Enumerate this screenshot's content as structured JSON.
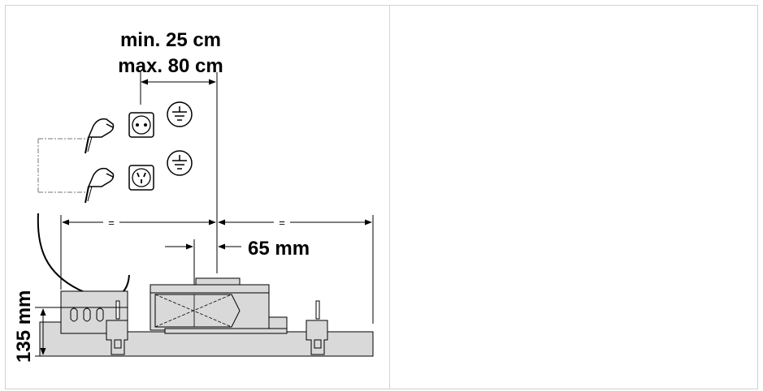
{
  "diagram": {
    "distance_label_line1": "min. 25 cm",
    "distance_label_line2": "max. 80 cm",
    "offset_label": "65 mm",
    "height_label": "135 mm",
    "equal_mark": "="
  },
  "colors": {
    "line": "#000000",
    "unit_fill": "#d9d9d9",
    "dash_line": "#777777"
  },
  "icons": [
    "earth-ground-icon",
    "schuko-socket-icon",
    "australian-socket-icon",
    "plug-icon"
  ]
}
